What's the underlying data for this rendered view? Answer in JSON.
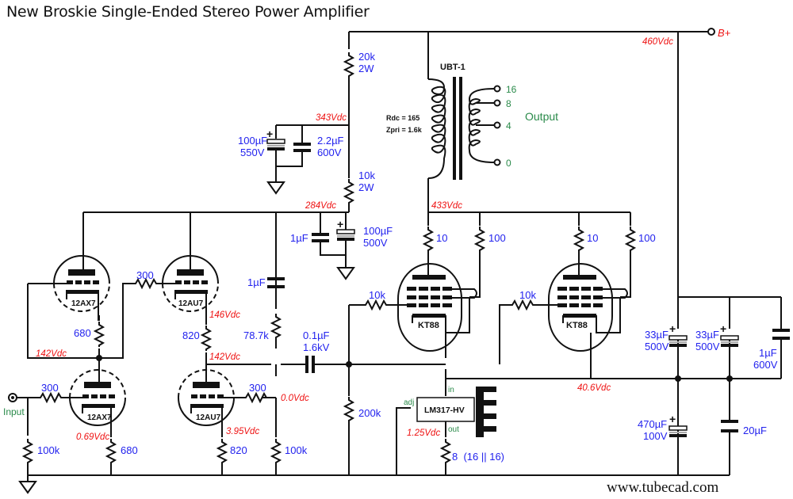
{
  "title": "New Broskie Single-Ended Stereo Power Amplifier",
  "website": "www.tubecad.com",
  "colors": {
    "component_values": "#2222ee",
    "voltages": "#ee1111",
    "labels": "#2a8a4a",
    "wires": "#111111"
  },
  "supply": {
    "label": "B+",
    "voltage": "460Vdc"
  },
  "input": {
    "label": "Input"
  },
  "transformer": {
    "name": "UBT-1",
    "rdc": "Rdc = 165",
    "zpri": "Zpri = 1.6k",
    "output_label": "Output",
    "taps": [
      "16",
      "8",
      "4",
      "0"
    ]
  },
  "tubes": {
    "v1": "12AX7",
    "v2": "12AX7",
    "v3": "12AU7",
    "v4": "12AU7",
    "v5": "KT88",
    "v6": "KT88"
  },
  "regulator": {
    "name": "LM317-HV",
    "adj": "adj",
    "in": "in",
    "out": "out"
  },
  "resistors": {
    "r_20k": [
      "20k",
      "2W"
    ],
    "r_10k_2w": [
      "10k",
      "2W"
    ],
    "r_300_mid": "300",
    "r_680_top": "680",
    "r_820_top": "820",
    "r_787k": "78.7k",
    "r_300_in": "300",
    "r_100k_in": "100k",
    "r_680_bot": "680",
    "r_820_bot": "820",
    "r_300_out": "300",
    "r_100k_out": "100k",
    "r_200k": "200k",
    "r_10k_g1": "10k",
    "r_10k_g2": "10k",
    "r_10_a": "10",
    "r_100_a": "100",
    "r_10_b": "10",
    "r_100_b": "100",
    "r_8": "8  (16 || 16)"
  },
  "capacitors": {
    "c_100u_550": [
      "100µF",
      "550V"
    ],
    "c_22u_600": [
      "2.2µF",
      "600V"
    ],
    "c_1u_a": "1µF",
    "c_100u_500": [
      "100µF",
      "500V"
    ],
    "c_1u_b": "1µF",
    "c_01u": [
      "0.1µF",
      "1.6kV"
    ],
    "c_33u_a": [
      "33µF",
      "500V"
    ],
    "c_33u_b": [
      "33µF",
      "500V"
    ],
    "c_1u_600": [
      "1µF",
      "600V"
    ],
    "c_470u": [
      "470µF",
      "100V"
    ],
    "c_20u": "20µF"
  },
  "voltages": {
    "v343": "343Vdc",
    "v284": "284Vdc",
    "v433": "433Vdc",
    "v146": "146Vdc",
    "v142a": "142Vdc",
    "v142b": "142Vdc",
    "v00": "0.0Vdc",
    "v069": "0.69Vdc",
    "v395": "3.95Vdc",
    "v125": "1.25Vdc",
    "v406": "40.6Vdc"
  }
}
